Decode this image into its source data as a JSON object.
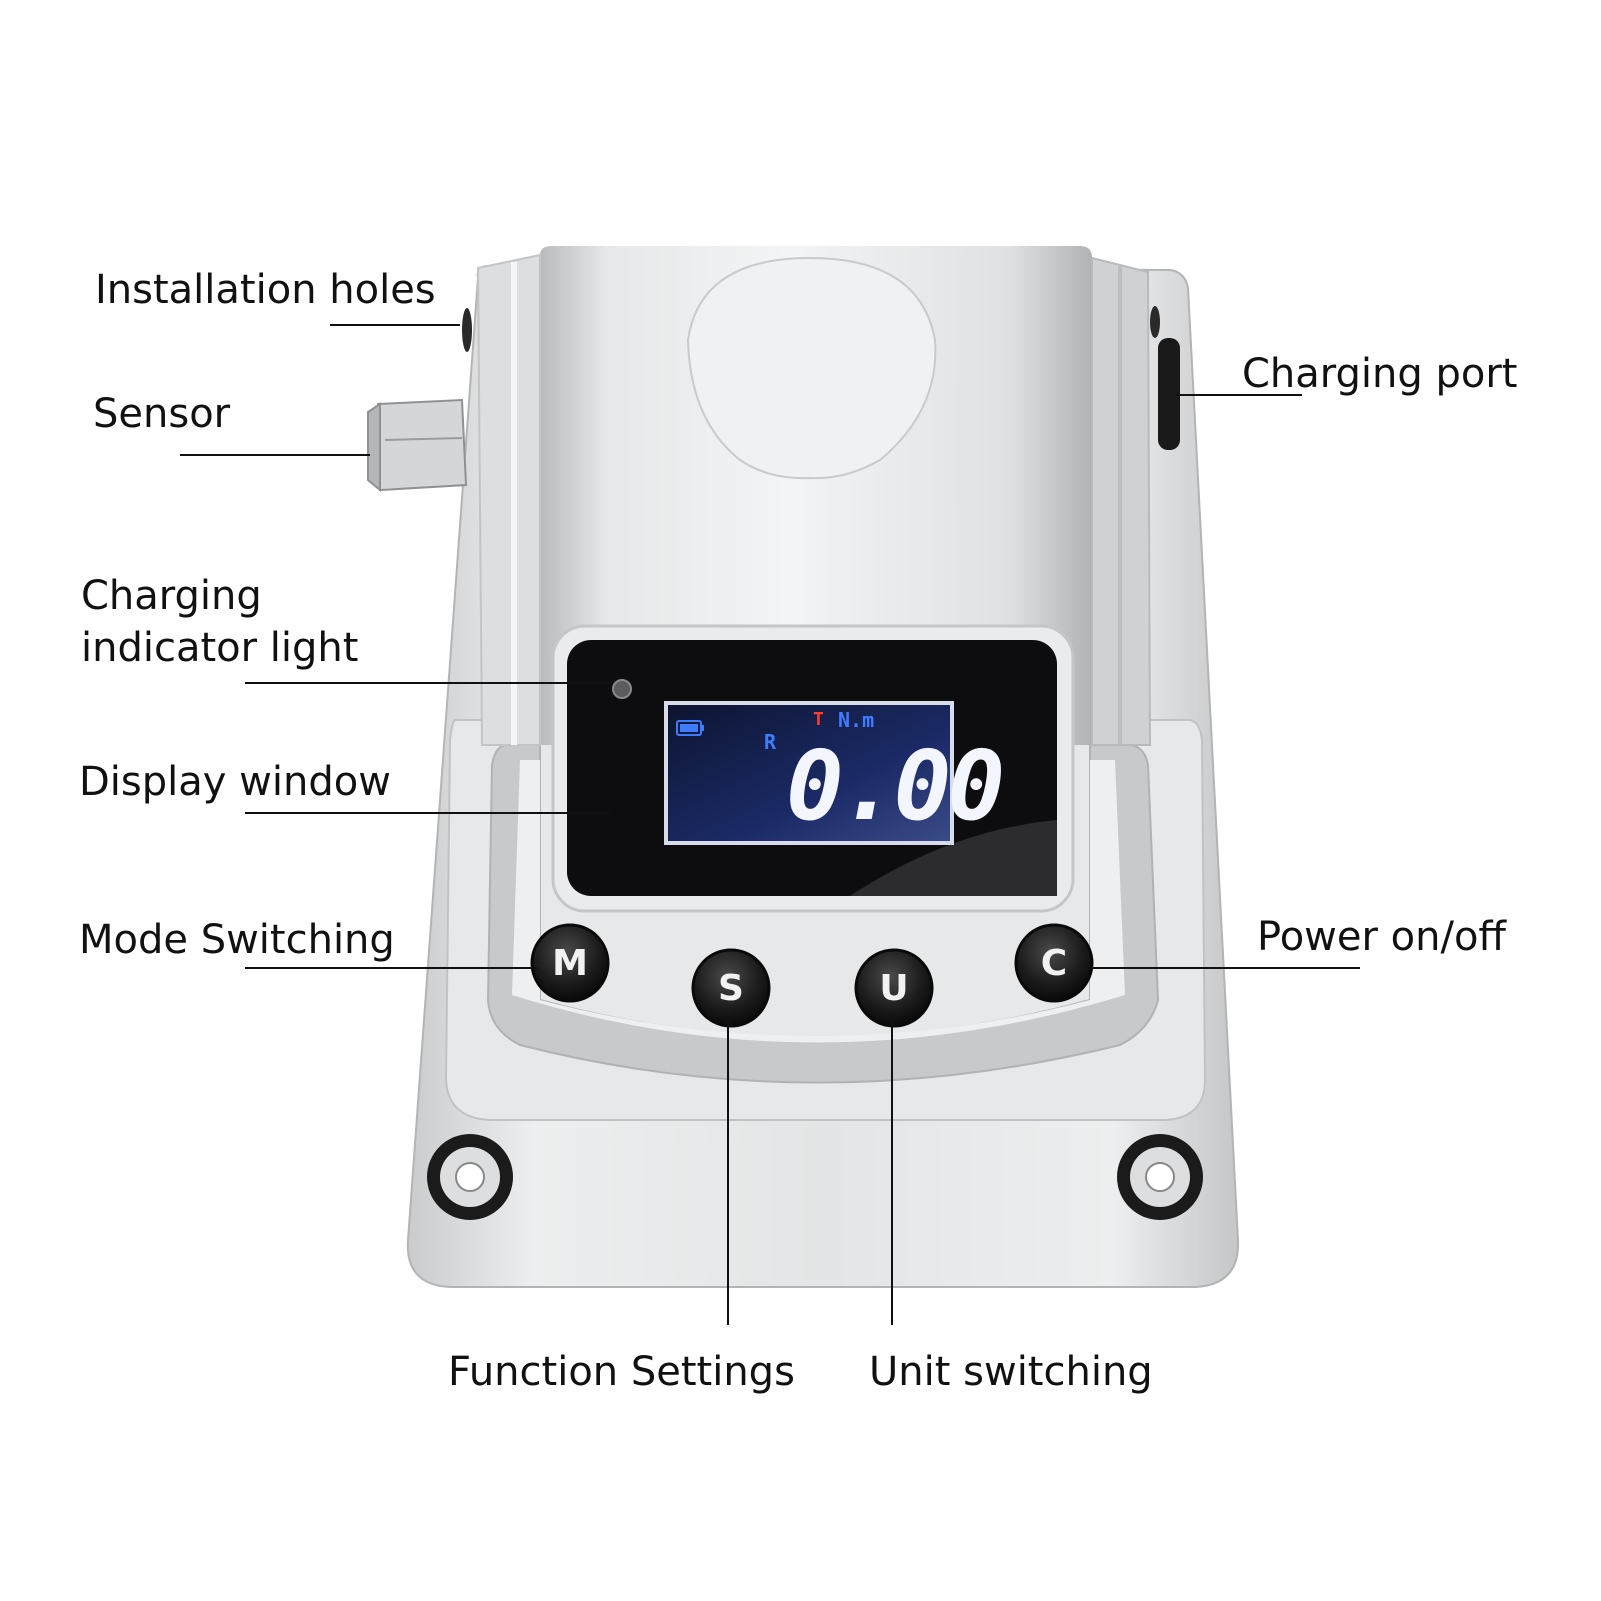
{
  "labels": {
    "installation_holes": "Installation holes",
    "sensor": "Sensor",
    "charging_indicator_line1": "Charging",
    "charging_indicator_line2": "indicator light",
    "display_window": "Display window",
    "mode_switching": "Mode Switching",
    "charging_port": "Charging port",
    "power_on_off": "Power on/off",
    "function_settings": "Function Settings",
    "unit_switching": "Unit switching"
  },
  "display": {
    "reading": "0.00",
    "unit": "N.m",
    "t_indicator": "T",
    "r_indicator": "R"
  },
  "buttons": {
    "m": "M",
    "s": "S",
    "u": "U",
    "c": "C"
  },
  "colors": {
    "body_silver": "#d9dbdd",
    "lcd_background": "#111c4a",
    "lcd_digits": "#f4f6ff",
    "unit_text": "#3f7cff",
    "t_indicator": "#ff3b2b",
    "button_black": "#1a1a1a"
  }
}
